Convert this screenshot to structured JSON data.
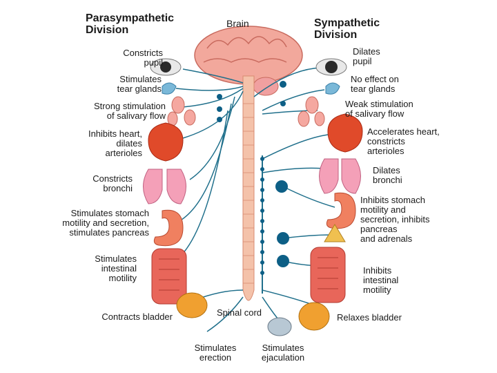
{
  "headers": {
    "parasympathetic": "Parasympathetic\nDivision",
    "brain": "Brain",
    "sympathetic": "Sympathetic\nDivision"
  },
  "parasympathetic_labels": {
    "eye": "Constricts\npupil",
    "tear": "Stimulates\ntear glands",
    "salivary": "Strong stimulation\nof salivary flow",
    "heart": "Inhibits heart,\ndilates\narterioles",
    "lungs": "Constricts\nbronchi",
    "stomach": "Stimulates stomach\nmotility and secretion,\nstimulates pancreas",
    "intestine": "Stimulates\nintestinal\nmotility",
    "bladder": "Contracts bladder"
  },
  "sympathetic_labels": {
    "eye": "Dilates\npupil",
    "tear": "No effect on\ntear glands",
    "salivary": "Weak stimulation\nof salivary flow",
    "heart": "Accelerates heart,\nconstricts\narterioles",
    "lungs": "Dilates\nbronchi",
    "stomach": "Inhibits stomach\nmotility and\nsecretion, inhibits\npancreas\nand adrenals",
    "intestine": "Inhibits\nintestinal\nmotility",
    "bladder": "Relaxes bladder"
  },
  "bottom_labels": {
    "spinal_cord": "Spinal cord",
    "erection": "Stimulates\nerection",
    "ejaculation": "Stimulates\nejaculation"
  },
  "colors": {
    "nerve": "#1f6f8b",
    "ganglion": "#0d5f86",
    "spinal": "#f2b9a0",
    "brain": "#f0a89a",
    "organ_red": "#e04a2a",
    "lung": "#f4a0b8",
    "stomach": "#f08060",
    "intestine": "#e8665a",
    "bladder": "#f0a030",
    "tear_gland": "#7ab8d8",
    "salivary": "#f5a8a0"
  },
  "icons": [
    "eye-icon",
    "tear-gland-icon",
    "salivary-gland-icon",
    "heart-icon",
    "lungs-icon",
    "stomach-icon",
    "pancreas-icon",
    "intestine-icon",
    "bladder-icon",
    "testis-icon"
  ]
}
